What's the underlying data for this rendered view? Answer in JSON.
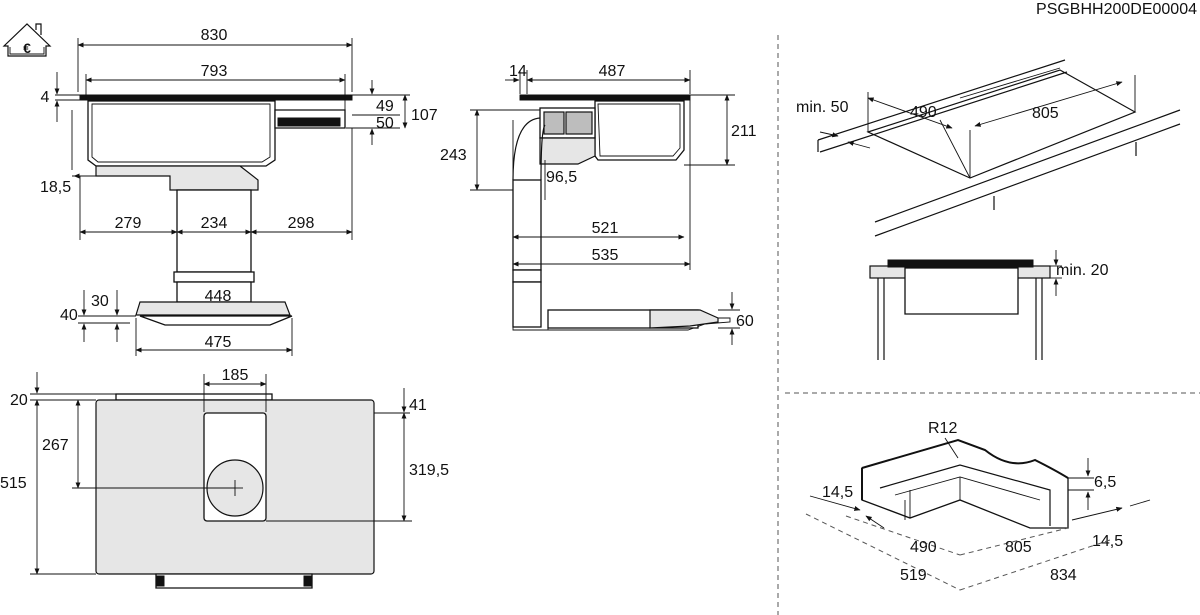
{
  "doc_code": "PSGBHH200DE00004",
  "energy_logo_icon": "house-energy-icon",
  "side_view": {
    "width_total": "830",
    "width_top": "793",
    "thickness": "4",
    "d49": "49",
    "d50": "50",
    "d107": "107",
    "d18_5": "18,5",
    "d279": "279",
    "d234": "234",
    "d298": "298",
    "d30": "30",
    "d40": "40",
    "d448": "448",
    "d475": "475"
  },
  "depth_view": {
    "d14": "14",
    "d487": "487",
    "d211": "211",
    "d243": "243",
    "d96_5": "96,5",
    "d521": "521",
    "d535": "535",
    "d60": "60"
  },
  "top_view": {
    "d185": "185",
    "d20": "20",
    "d41": "41",
    "d267": "267",
    "d515": "515",
    "d319_5": "319,5"
  },
  "worktop_view": {
    "min50": "min. 50",
    "d490": "490",
    "d805": "805",
    "min20": "min. 20"
  },
  "flush_view": {
    "r12": "R12",
    "d14_5_left": "14,5",
    "d6_5": "6,5",
    "d490": "490",
    "d805": "805",
    "d14_5_right": "14,5",
    "d519": "519",
    "d834": "834"
  }
}
